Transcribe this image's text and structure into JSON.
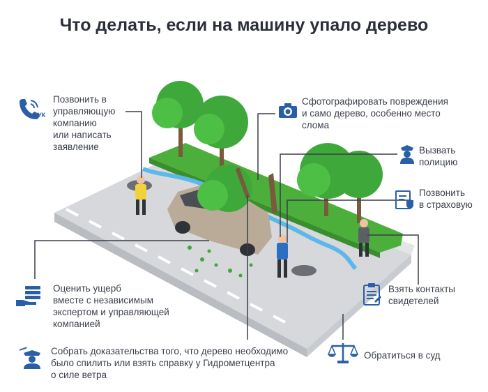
{
  "title": "Что делать, если на машину упало дерево",
  "colors": {
    "accent": "#2a5fa8",
    "road": "#d6d8db",
    "grass": "#4caf3c",
    "tree": "#3fa83a",
    "water": "#5bb8e8"
  },
  "steps": {
    "call_uk": {
      "icon": "phone-uk-icon",
      "badge": "УК",
      "lines": [
        "Позвонить в",
        "управляющую",
        "компанию",
        "или написать",
        "заявление"
      ]
    },
    "photo": {
      "icon": "camera-icon",
      "lines": [
        "Сфотографировать повреждения",
        "и само дерево, особенно место",
        "слома"
      ]
    },
    "police": {
      "icon": "police-icon",
      "lines": [
        "Вызвать",
        "полицию"
      ]
    },
    "insurance": {
      "icon": "insurance-document-icon",
      "lines": [
        "Позвонить",
        "в страховую"
      ]
    },
    "assess": {
      "icon": "money-hand-icon",
      "lines": [
        "Оценить ущерб",
        "вместе с независимым",
        "экспертом и управляющей",
        "компанией"
      ]
    },
    "witnesses": {
      "icon": "clipboard-icon",
      "lines": [
        "Взять контакты",
        "свидетелей"
      ]
    },
    "evidence": {
      "icon": "weather-man-icon",
      "lines": [
        "Собрать доказательства того, что дерево необходимо",
        "было спилить или взять справку у Гидрометцентра",
        "о силе ветра"
      ]
    },
    "court": {
      "icon": "scales-icon",
      "lines": [
        "Обратиться в суд"
      ]
    }
  }
}
